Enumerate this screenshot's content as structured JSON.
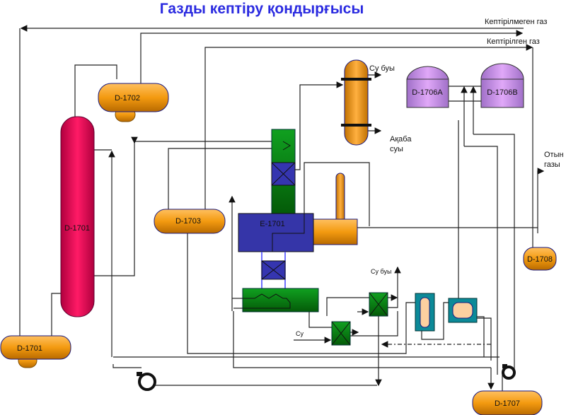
{
  "title": "Газды кептіру қондырғысы",
  "streams": {
    "undried_gas": "Кептірілмеген газ",
    "dried_gas": "Кептірілген газ",
    "steam_top": "Су буы",
    "waste_water_1": "Ақаба",
    "waste_water_2": "суы",
    "fuel_gas_1": "Отын",
    "fuel_gas_2": "газы",
    "steam_bottom": "Су буы",
    "water": "Су"
  },
  "equipment": {
    "d1701_column": "D-1701",
    "d1701_drum": "D-1701",
    "d1702": "D-1702",
    "d1703": "D-1703",
    "e1701": "E-1701",
    "d1706a": "D-1706A",
    "d1706b": "D-1706B",
    "d1707": "D-1707",
    "d1708": "D-1708"
  },
  "colors": {
    "vessel": "#f39a10",
    "column": "#f0125e",
    "furnace": "#3535a8",
    "green": "#087a10",
    "purple": "#c890e8",
    "teal": "#0c8a98",
    "title": "#2a2ae0"
  }
}
